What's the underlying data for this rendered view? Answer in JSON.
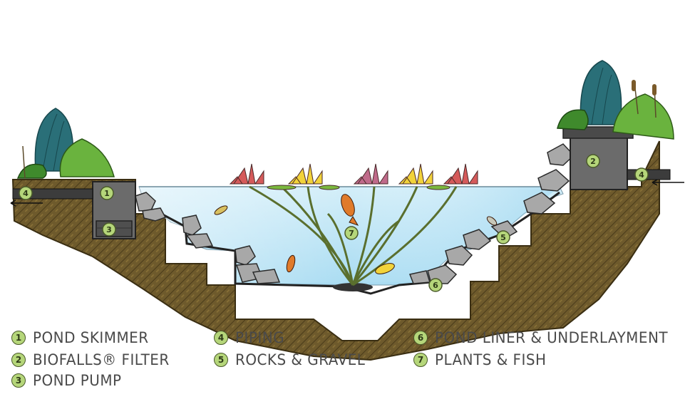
{
  "legend": [
    {
      "num": "1",
      "label": "POND SKIMMER"
    },
    {
      "num": "2",
      "label": "BIOFALLS® FILTER"
    },
    {
      "num": "3",
      "label": "POND PUMP"
    },
    {
      "num": "4",
      "label": "PIPING"
    },
    {
      "num": "5",
      "label": "ROCKS & GRAVEL"
    },
    {
      "num": "6",
      "label": "POND LINER & UNDERLAYMENT"
    },
    {
      "num": "7",
      "label": "PLANTS & FISH"
    }
  ],
  "callouts": {
    "skimmer": "1",
    "filter": "2",
    "pump": "3",
    "pipe_left": "4",
    "pipe_right": "4",
    "rocks": "5",
    "liner": "6",
    "plants": "7"
  },
  "colors": {
    "water": "#bfe6f7",
    "soil": "#6e5a2c",
    "soil_dark": "#4a3b1a",
    "rock": "#9a9a9a",
    "leaf": "#5fa83a",
    "callout_fill": "#b5d67a"
  }
}
